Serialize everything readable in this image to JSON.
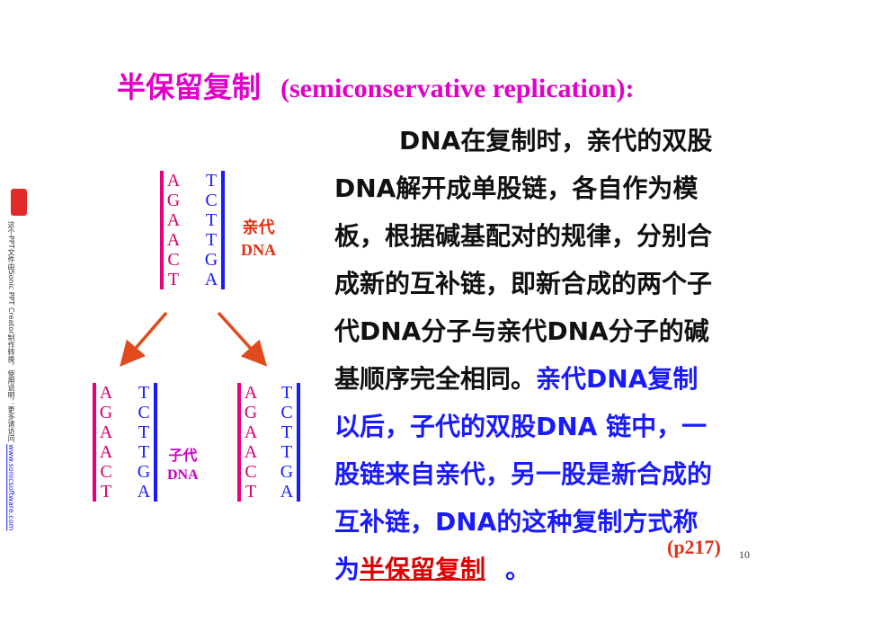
{
  "title": {
    "zh": "半保留复制",
    "en": "(semiconservative replication):"
  },
  "paragraph": {
    "line1": "DNA在复制时，亲代的双股",
    "line2": "DNA解开成单股链，各自作为模",
    "line3": "板，根据碱基配对的规律，分别合",
    "line4": "成新的互补链，即新合成的两个子",
    "line5": "代DNA分子与亲代DNA分子的碱",
    "line6_black": "基顺序完全相同。",
    "line6_blue": "亲代DNA复制",
    "line7": "以后，子代的双股DNA 链中，一",
    "line8": "股链来自亲代，另一股是新合成的",
    "line9": "互补链，DNA的这种复制方式称",
    "line10_prefix": "为",
    "line10_term": "半保留复制",
    "line10_suffix": "。"
  },
  "page_ref": "(p217)",
  "page_number": "10",
  "diagram": {
    "parent_label_zh": "亲代",
    "parent_label_en": "DNA",
    "child_label_zh": "子代",
    "child_label_en": "DNA",
    "parent": {
      "left": [
        "A",
        "G",
        "A",
        "A",
        "C",
        "T"
      ],
      "right": [
        "T",
        "C",
        "T",
        "T",
        "G",
        "A"
      ]
    },
    "child1": {
      "left": [
        "A",
        "G",
        "A",
        "A",
        "C",
        "T"
      ],
      "right": [
        "T",
        "C",
        "T",
        "T",
        "G",
        "A"
      ]
    },
    "child2": {
      "left": [
        "A",
        "G",
        "A",
        "A",
        "C",
        "T"
      ],
      "right": [
        "T",
        "C",
        "T",
        "T",
        "G",
        "A"
      ]
    },
    "arrow_color": "#e04a1c",
    "strand_left_color": "#e6007e",
    "strand_right_color": "#1a1aff"
  },
  "sidebar": {
    "text": "这个PPT文件由Sonic PPT Creator制作转换，使用说明：更多请访问",
    "link": "www.sonicsoftware.com"
  }
}
